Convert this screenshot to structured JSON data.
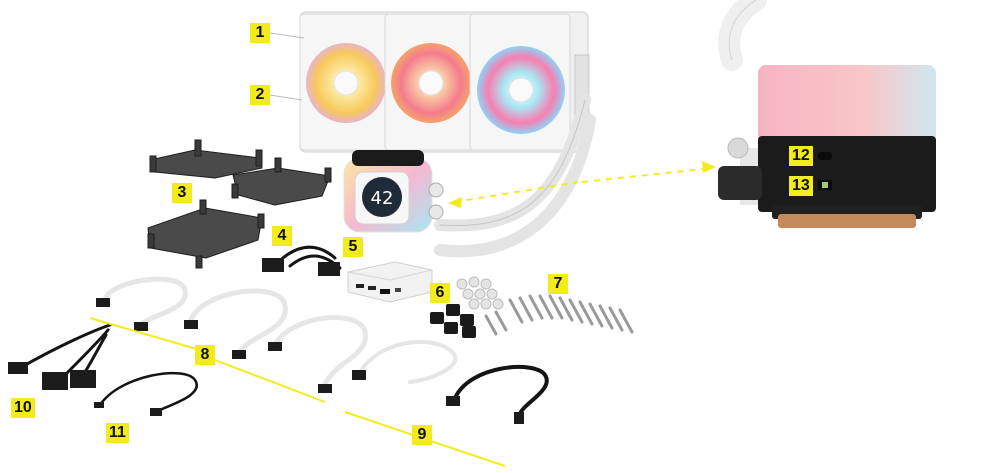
{
  "callouts": [
    "1",
    "2",
    "3",
    "4",
    "5",
    "6",
    "7",
    "8",
    "9",
    "10",
    "11",
    "12",
    "13"
  ],
  "pump_display": "42",
  "colors": {
    "callout_bg": "#f2ec1c",
    "leader_line": "#f2ec1c",
    "cable_black": "#141414",
    "cable_white": "#e9e9e9",
    "bracket": "#2f2f2f",
    "pump_cap_pink": "#f3a9b6",
    "copper": "#c58a5a"
  },
  "icons": [
    "fan-icon",
    "cpu-mount-bracket-icon",
    "pump-block-icon",
    "hub-controller-icon",
    "screw-icon",
    "cable-icon"
  ]
}
